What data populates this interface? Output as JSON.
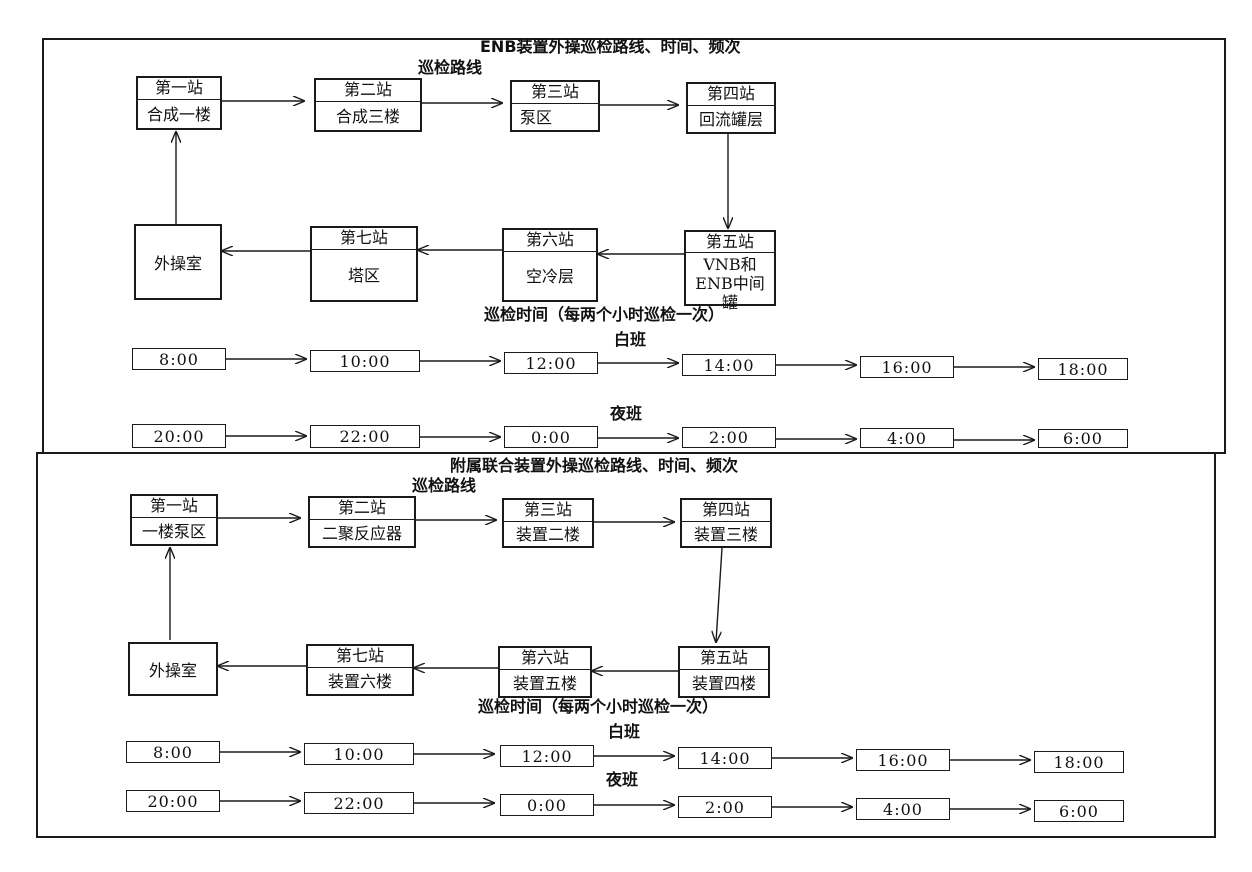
{
  "top": {
    "title": "ENB装置外操巡检路线、时间、频次",
    "route_label": "巡检路线",
    "stations": [
      {
        "header": "第一站",
        "name": "合成一楼"
      },
      {
        "header": "第二站",
        "name": "合成三楼"
      },
      {
        "header": "第三站",
        "name": "泵区"
      },
      {
        "header": "第四站",
        "name": "回流罐层"
      },
      {
        "header": "第五站",
        "name": "VNB和ENB中间罐"
      },
      {
        "header": "第六站",
        "name": "空冷层"
      },
      {
        "header": "第七站",
        "name": "塔区"
      }
    ],
    "room": "外操室",
    "time_label": "巡检时间（每两个小时巡检一次）",
    "day_label": "白班",
    "day_times": [
      "8:00",
      "10:00",
      "12:00",
      "14:00",
      "16:00",
      "18:00"
    ],
    "night_label": "夜班",
    "night_times": [
      "20:00",
      "22:00",
      "0:00",
      "2:00",
      "4:00",
      "6:00"
    ]
  },
  "bottom": {
    "title": "附属联合装置外操巡检路线、时间、频次",
    "route_label": "巡检路线",
    "stations": [
      {
        "header": "第一站",
        "name": "一楼泵区"
      },
      {
        "header": "第二站",
        "name": "二聚反应器"
      },
      {
        "header": "第三站",
        "name": "装置二楼"
      },
      {
        "header": "第四站",
        "name": "装置三楼"
      },
      {
        "header": "第五站",
        "name": "装置四楼"
      },
      {
        "header": "第六站",
        "name": "装置五楼"
      },
      {
        "header": "第七站",
        "name": "装置六楼"
      }
    ],
    "room": "外操室",
    "time_label": "巡检时间（每两个小时巡检一次）",
    "day_label": "白班",
    "day_times": [
      "8:00",
      "10:00",
      "12:00",
      "14:00",
      "16:00",
      "18:00"
    ],
    "night_label": "夜班",
    "night_times": [
      "20:00",
      "22:00",
      "0:00",
      "2:00",
      "4:00",
      "6:00"
    ]
  }
}
